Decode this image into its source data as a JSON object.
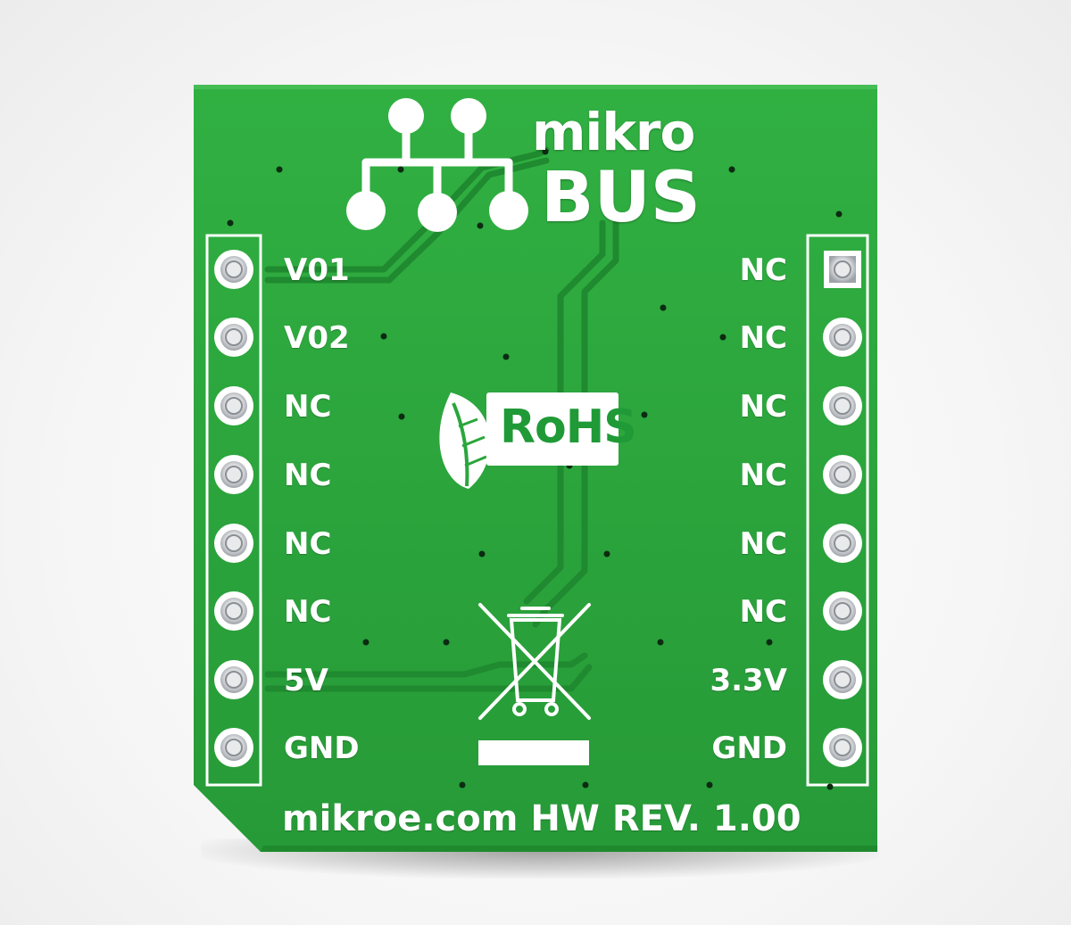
{
  "board": {
    "brand_top": "mikro",
    "brand_bottom": "BUS",
    "rohs_label": "RoHS",
    "footer": "mikroe.com HW REV. 1.00",
    "colors": {
      "pcb": "#2aa63c",
      "pcb_dark": "#1d7f2a",
      "trace": "#1f8d30",
      "silkscreen": "#ffffff",
      "pad_metal": "#d7d9dc"
    }
  },
  "left_pins": [
    "V01",
    "V02",
    "NC",
    "NC",
    "NC",
    "NC",
    "5V",
    "GND"
  ],
  "right_pins": [
    "NC",
    "NC",
    "NC",
    "NC",
    "NC",
    "NC",
    "3.3V",
    "GND"
  ],
  "icons": {
    "logo": "mikrobus-connector-icon",
    "leaf": "leaf-icon",
    "weee": "crossed-out-bin-icon"
  }
}
